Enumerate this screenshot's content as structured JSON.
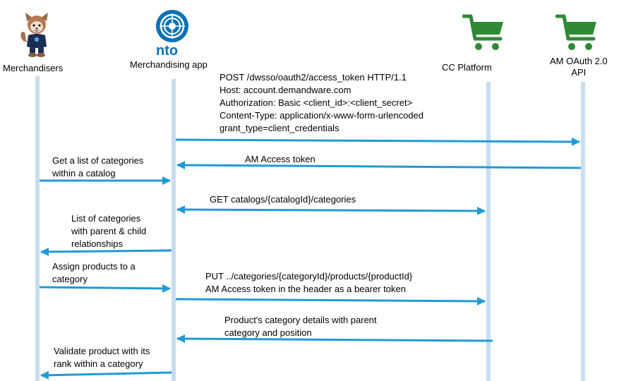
{
  "actors": {
    "merchandisers": "Merchandisers",
    "nto_logo": "nto",
    "merch_app": "Merchandising app",
    "cc_platform": "CC Platform",
    "am_oauth_line1": "AM OAuth 2.0",
    "am_oauth_line2": "API"
  },
  "icons": {
    "merchandiser": "astro-mascot-icon",
    "nto": "nto-logo-icon",
    "cc": "shopping-cart-icon",
    "am": "shopping-cart-icon"
  },
  "colors": {
    "lifeline": "#c9ddf0",
    "arrow": "#1f9ad6",
    "cart": "#2f8a35",
    "nto": "#0b72b5"
  },
  "messages": {
    "m1": [
      "POST /dwsso/oauth2/access_token HTTP/1.1",
      "Host: account.demandware.com",
      "Authorization: Basic <client_id>:<client_secret>",
      "Content-Type: application/x-www-form-urlencoded",
      "grant_type=client_credentials"
    ],
    "m2": "AM Access token",
    "m3": [
      "Get a list of categories",
      "within a catalog"
    ],
    "m4": "GET catalogs/{catalogId}/categories",
    "m5": [
      "List of categories",
      "with parent & child",
      "relationships"
    ],
    "m6": [
      "Assign products to a",
      "category"
    ],
    "m7": [
      "PUT ../categories/{categoryId}/products/{productId}",
      "AM Access token in the header as a bearer token"
    ],
    "m8": [
      "Product's category details with parent",
      "category and position"
    ],
    "m9": [
      "Validate product with its",
      "rank within a category"
    ]
  }
}
